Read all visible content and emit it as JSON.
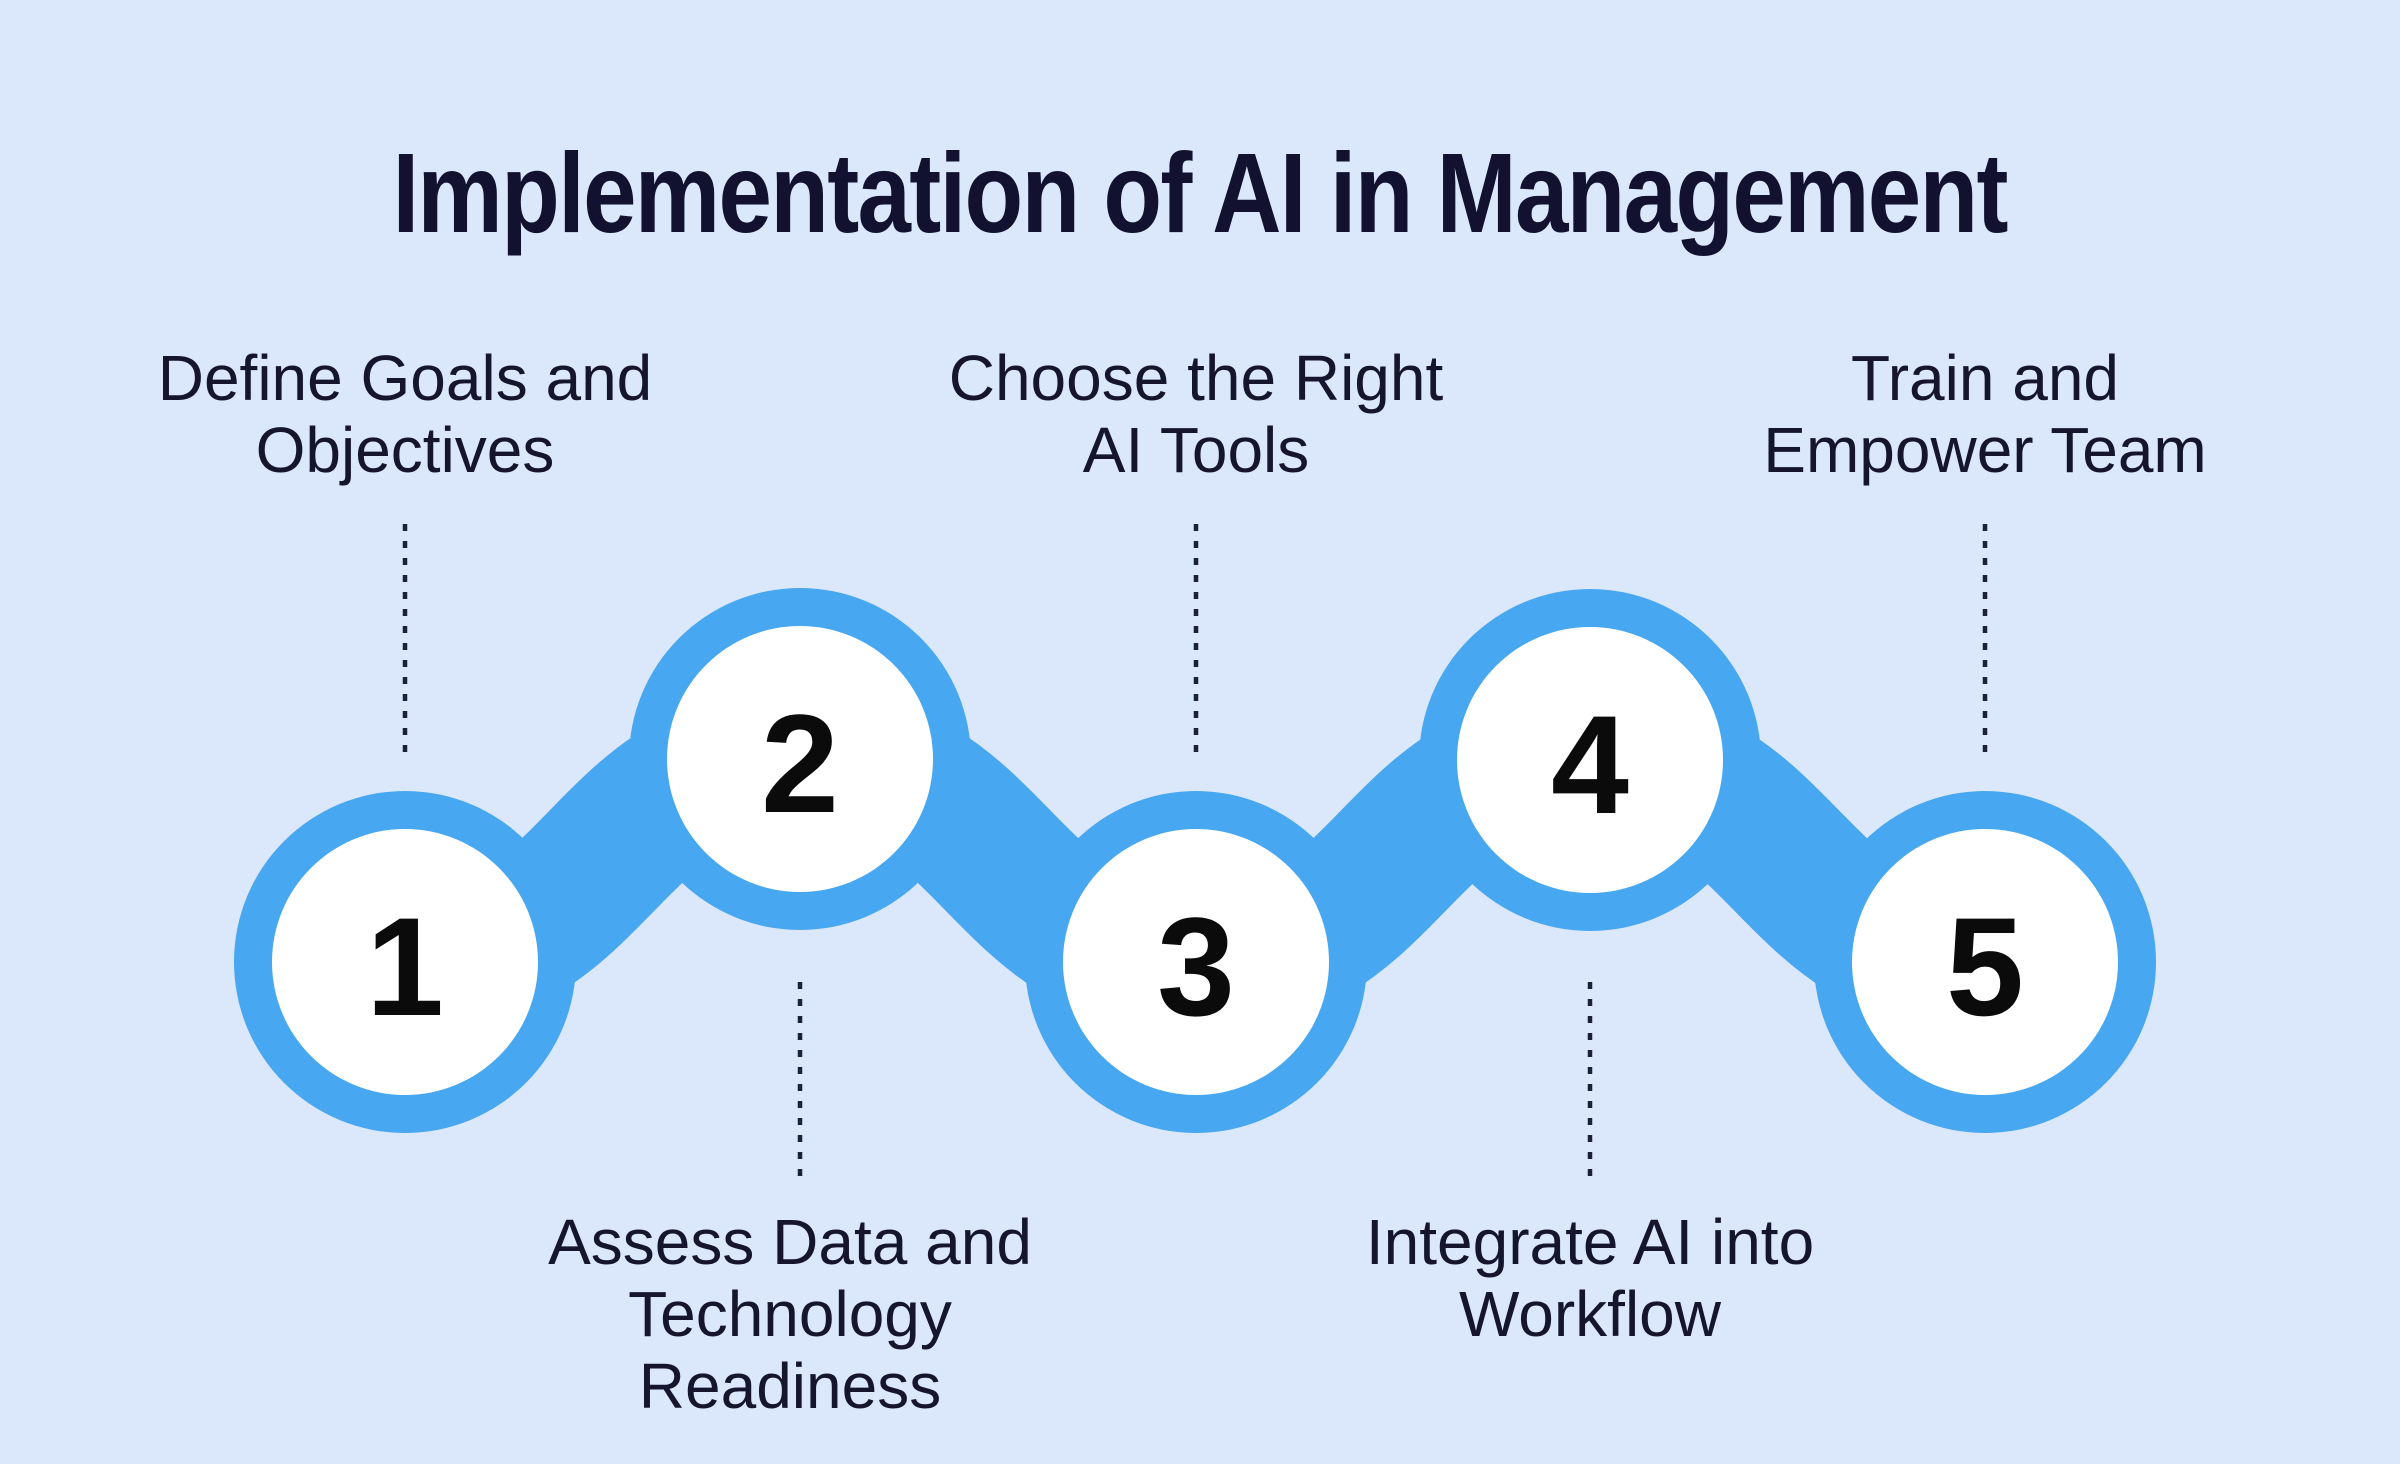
{
  "title": "Implementation of AI in Management",
  "colors": {
    "background": "#dbe7fb",
    "accent_blue": "#47a7f0",
    "circle_fill": "#ffffff",
    "text_dark": "#15152f",
    "number_black": "#0b0b0b",
    "dotted_line": "#1b2136"
  },
  "steps": [
    {
      "number": "1",
      "label": "Define Goals and\nObjectives",
      "label_position": "top"
    },
    {
      "number": "2",
      "label": "Assess Data and\nTechnology Readiness",
      "label_position": "bottom"
    },
    {
      "number": "3",
      "label": "Choose the Right\nAI Tools",
      "label_position": "top"
    },
    {
      "number": "4",
      "label": "Integrate AI into\nWorkflow",
      "label_position": "bottom"
    },
    {
      "number": "5",
      "label": "Train and\nEmpower Team",
      "label_position": "top"
    }
  ]
}
